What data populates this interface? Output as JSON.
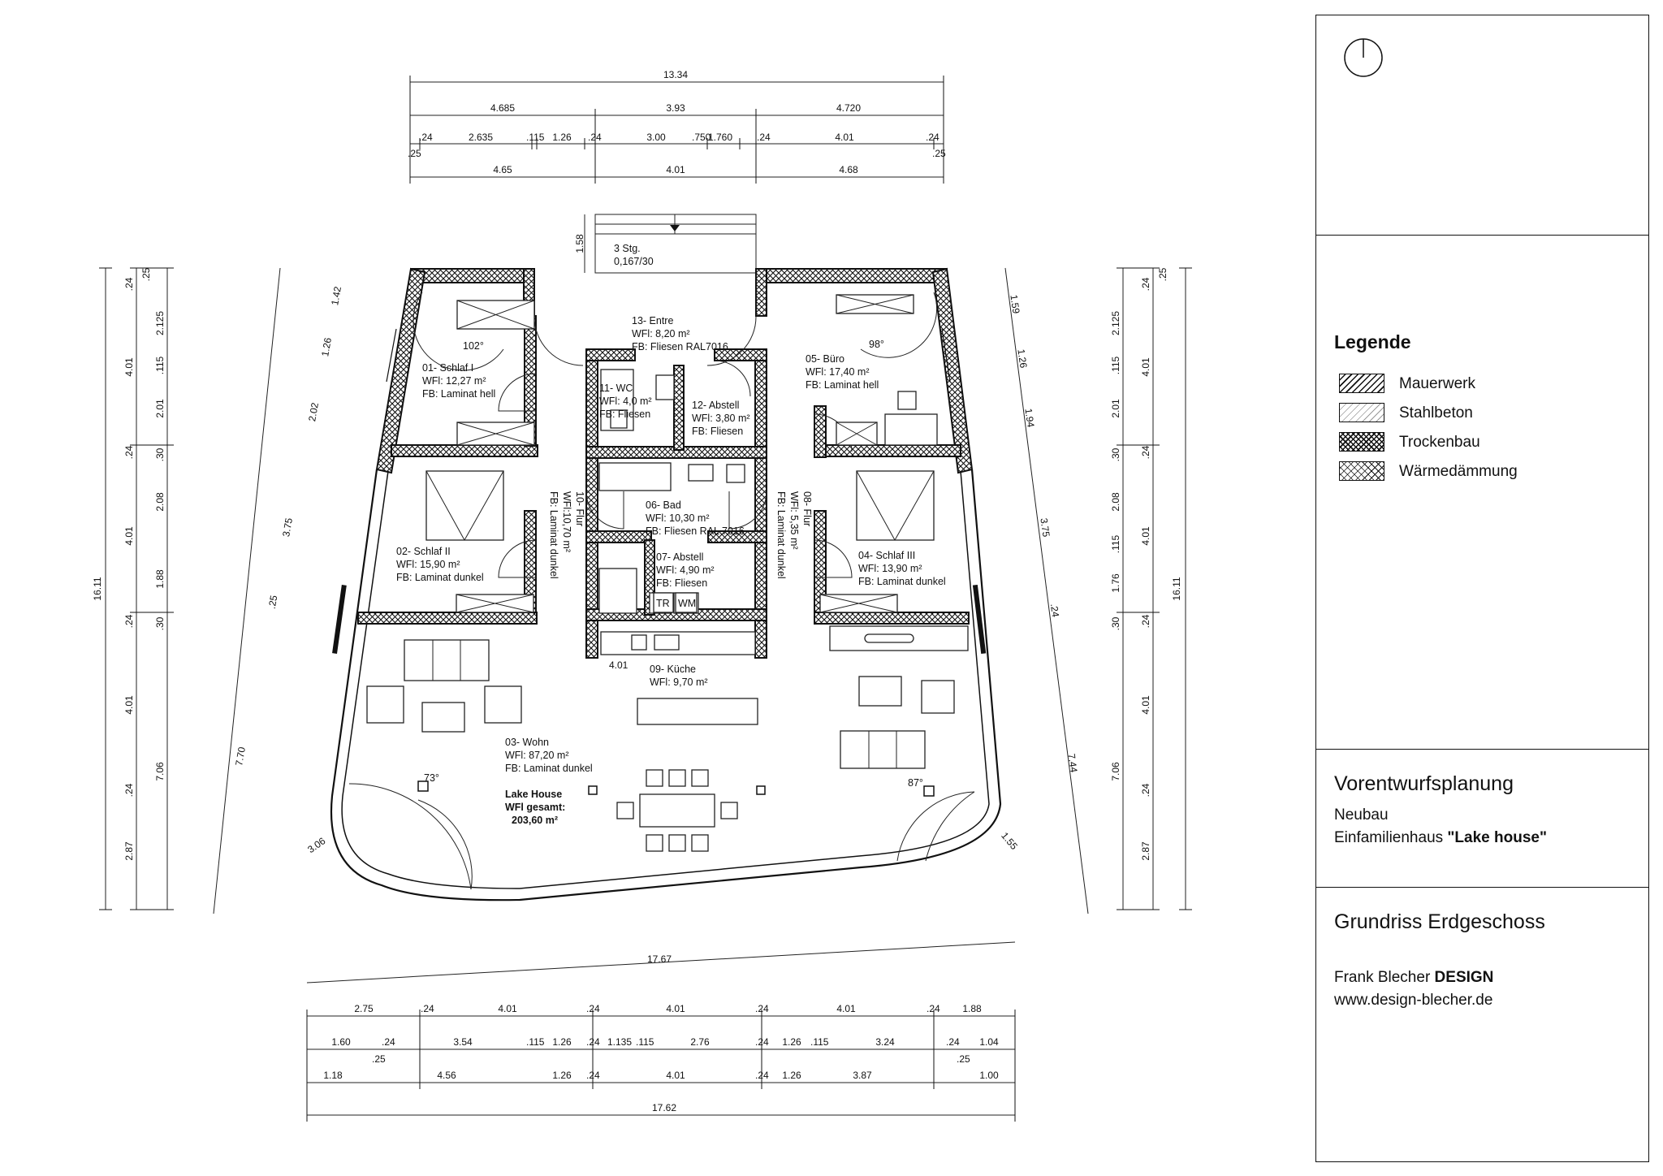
{
  "title_block": {
    "legend_title": "Legende",
    "legend_items": [
      {
        "label": "Mauerwerk"
      },
      {
        "label": "Stahlbeton"
      },
      {
        "label": "Trockenbau"
      },
      {
        "label": "Wärmedämmung"
      }
    ],
    "phase": "Vorentwurfsplanung",
    "project_type": "Neubau",
    "project_name_prefix": "Einfamilienhaus ",
    "project_name_bold": "\"Lake house\"",
    "drawing_title": "Grundriss Erdgeschoss",
    "company_name": "Frank Blecher ",
    "company_bold": "DESIGN",
    "website": "www.design-blecher.de"
  },
  "rooms": [
    {
      "name": "01- Schlaf I",
      "area": "WFl: 12,27 m²",
      "floor": "FB: Laminat hell"
    },
    {
      "name": "02- Schlaf II",
      "area": "WFl: 15,90 m²",
      "floor": "FB: Laminat dunkel"
    },
    {
      "name": "03- Wohn",
      "area": "WFl: 87,20 m²",
      "floor": "FB: Laminat dunkel"
    },
    {
      "name": "04- Schlaf III",
      "area": "WFl: 13,90 m²",
      "floor": "FB: Laminat dunkel"
    },
    {
      "name": "05- Büro",
      "area": "WFl: 17,40 m²",
      "floor": "FB: Laminat hell"
    },
    {
      "name": "06- Bad",
      "area": "WFl: 10,30 m²",
      "floor": "FB: Fliesen RAL 7016"
    },
    {
      "name": "07- Abstell",
      "area": "WFl: 4,90 m²",
      "floor": "FB: Fliesen"
    },
    {
      "name": "08- Flur",
      "area": "WFl: 5,35 m²",
      "floor": "FB: Laminat dunkel"
    },
    {
      "name": "09- Küche",
      "area": "WFl: 9,70 m²",
      "floor": ""
    },
    {
      "name": "10- Flur",
      "area": "WFl:10,70  m²",
      "floor": "FB: Laminat dunkel"
    },
    {
      "name": "11- WC",
      "area": "WFl: 4,0 m²",
      "floor": "FB: Fliesen"
    },
    {
      "name": "12- Abstell",
      "area": "WFl: 3,80 m²",
      "floor": "FB: Fliesen"
    },
    {
      "name": "13- Entre",
      "area": "WFl: 8,20 m²",
      "floor": "FB: Fliesen RAL7016"
    }
  ],
  "summary": {
    "title": "Lake House",
    "label": "WFl gesamt:",
    "value": "203,60 m²"
  },
  "stairs": {
    "label": "3 Stg.",
    "ratio": "0,167/30"
  },
  "appliances": {
    "dryer": "TR",
    "washer": "WM"
  },
  "angles": [
    "102°",
    "98°",
    "73°",
    "87°"
  ],
  "dims_top": {
    "row1": [
      "13.34"
    ],
    "row2": [
      "4.685",
      "3.93",
      "4.720"
    ],
    "row3": [
      ".24",
      "2.635",
      ".115",
      "1.26",
      ".24",
      "3.00",
      ".750",
      "1.760",
      ".24",
      "4.01",
      ".24"
    ],
    "row3_sub": [
      ".25",
      ".25"
    ],
    "row4": [
      "4.65",
      "4.01",
      "4.68"
    ],
    "stair_depth": "1.58"
  },
  "dims_bottom": {
    "row1": [
      "2.75",
      ".24",
      "4.01",
      ".24",
      "4.01",
      ".24",
      "4.01",
      ".24",
      "1.88"
    ],
    "row2": [
      "1.60",
      ".24",
      "3.54",
      ".115",
      "1.26",
      ".24",
      "1.135",
      ".115",
      "2.76",
      ".24",
      "1.26",
      ".115",
      "3.24",
      ".24",
      "1.04"
    ],
    "row2_sub": [
      ".25",
      ".25"
    ],
    "row3": [
      "1.18",
      "4.56",
      "1.26",
      ".24",
      "4.01",
      ".24",
      "1.26",
      "3.87",
      "1.00"
    ],
    "row4": [
      "17.62"
    ],
    "diagonal": "17.67"
  },
  "dims_left": {
    "outer": [
      "16.11"
    ],
    "col_a": [
      ".24",
      "4.01",
      ".24",
      "4.01",
      ".24",
      "4.01",
      ".24",
      "2.87"
    ],
    "col_b": [
      ".25",
      "2.125",
      ".115",
      "2.01",
      ".30",
      "2.08",
      "1.88",
      ".30",
      "7.06"
    ],
    "diagonal": [
      "1.42",
      "1.26",
      "2.02",
      "3.75",
      ".25",
      "7.70",
      "3.06"
    ]
  },
  "dims_right": {
    "outer": [
      "16.11"
    ],
    "col_a": [
      ".24",
      "4.01",
      ".24",
      "4.01",
      ".24",
      "4.01",
      ".24",
      "2.87"
    ],
    "col_b": [
      ".25",
      "2.125",
      ".115",
      "2.01",
      ".30",
      "2.08",
      ".115",
      "1.76",
      ".30",
      "7.06"
    ],
    "diagonal": [
      "1.59",
      "1.26",
      "1.94",
      "3.75",
      ".24",
      "7.44",
      "1.55"
    ]
  },
  "kitchen_dim": "4.01"
}
